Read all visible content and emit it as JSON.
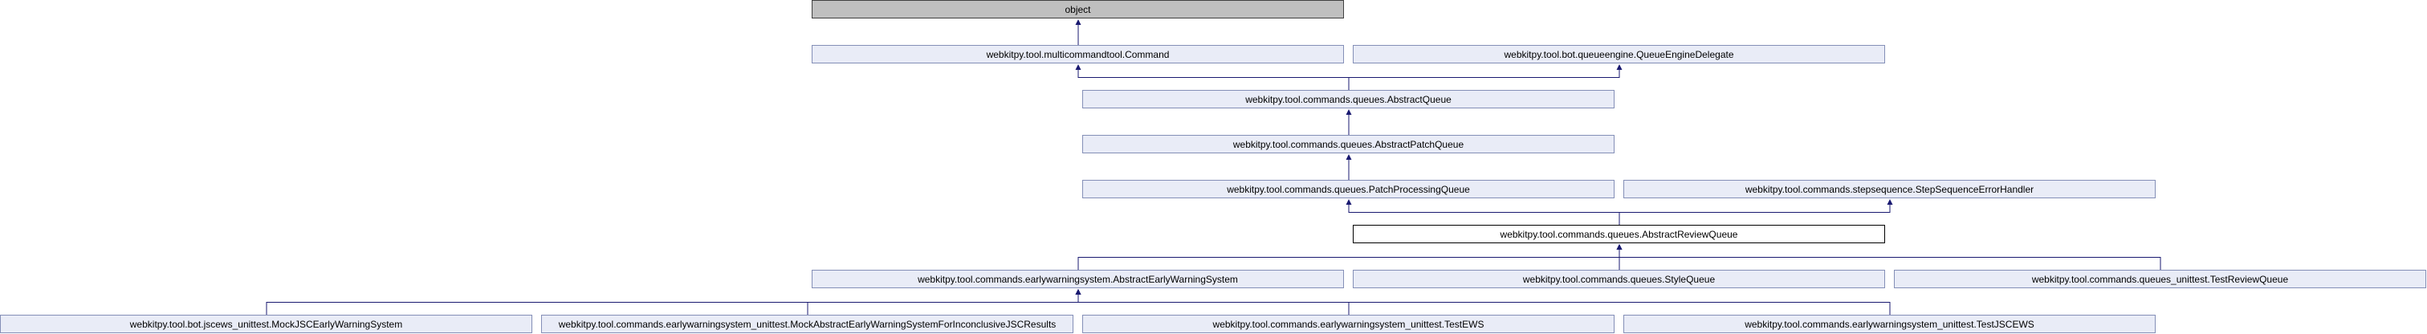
{
  "diagram": {
    "nodes": [
      {
        "id": "object",
        "label": "object",
        "kind": "root"
      },
      {
        "id": "command",
        "label": "webkitpy.tool.multicommandtool.Command",
        "kind": "normal"
      },
      {
        "id": "queue_engine_delegate",
        "label": "webkitpy.tool.bot.queueengine.QueueEngineDelegate",
        "kind": "normal"
      },
      {
        "id": "abstract_queue",
        "label": "webkitpy.tool.commands.queues.AbstractQueue",
        "kind": "normal"
      },
      {
        "id": "abstract_patch_queue",
        "label": "webkitpy.tool.commands.queues.AbstractPatchQueue",
        "kind": "normal"
      },
      {
        "id": "patch_processing_queue",
        "label": "webkitpy.tool.commands.queues.PatchProcessingQueue",
        "kind": "normal"
      },
      {
        "id": "step_sequence_error_handler",
        "label": "webkitpy.tool.commands.stepsequence.StepSequenceErrorHandler",
        "kind": "normal"
      },
      {
        "id": "abstract_review_queue",
        "label": "webkitpy.tool.commands.queues.AbstractReviewQueue",
        "kind": "focus"
      },
      {
        "id": "abstract_early_warning_system",
        "label": "webkitpy.tool.commands.earlywarningsystem.AbstractEarlyWarningSystem",
        "kind": "normal"
      },
      {
        "id": "style_queue",
        "label": "webkitpy.tool.commands.queues.StyleQueue",
        "kind": "normal"
      },
      {
        "id": "test_review_queue",
        "label": "webkitpy.tool.commands.queues_unittest.TestReviewQueue",
        "kind": "normal"
      },
      {
        "id": "mock_jsc_ews",
        "label": "webkitpy.tool.bot.jscews_unittest.MockJSCEarlyWarningSystem",
        "kind": "normal"
      },
      {
        "id": "mock_abstract_ews_inconclusive",
        "label": "webkitpy.tool.commands.earlywarningsystem_unittest.MockAbstractEarlyWarningSystemForInconclusiveJSCResults",
        "kind": "normal"
      },
      {
        "id": "test_ews",
        "label": "webkitpy.tool.commands.earlywarningsystem_unittest.TestEWS",
        "kind": "normal"
      },
      {
        "id": "test_jsc_ews",
        "label": "webkitpy.tool.commands.earlywarningsystem_unittest.TestJSCEWS",
        "kind": "normal"
      }
    ],
    "edges": [
      {
        "from": "command",
        "to": "object"
      },
      {
        "from": "abstract_queue",
        "to": "command"
      },
      {
        "from": "abstract_queue",
        "to": "queue_engine_delegate"
      },
      {
        "from": "abstract_patch_queue",
        "to": "abstract_queue"
      },
      {
        "from": "patch_processing_queue",
        "to": "abstract_patch_queue"
      },
      {
        "from": "abstract_review_queue",
        "to": "patch_processing_queue"
      },
      {
        "from": "abstract_review_queue",
        "to": "step_sequence_error_handler"
      },
      {
        "from": "abstract_early_warning_system",
        "to": "abstract_review_queue"
      },
      {
        "from": "style_queue",
        "to": "abstract_review_queue"
      },
      {
        "from": "test_review_queue",
        "to": "abstract_review_queue"
      },
      {
        "from": "mock_jsc_ews",
        "to": "abstract_early_warning_system"
      },
      {
        "from": "mock_abstract_ews_inconclusive",
        "to": "abstract_early_warning_system"
      },
      {
        "from": "test_ews",
        "to": "abstract_early_warning_system"
      },
      {
        "from": "test_jsc_ews",
        "to": "abstract_early_warning_system"
      }
    ],
    "colors": {
      "edge": "#191970",
      "node_fill": "#e9ecf7",
      "node_border": "#848fb7",
      "root_fill": "#bfbfbf",
      "focus_fill": "#ffffff"
    }
  }
}
